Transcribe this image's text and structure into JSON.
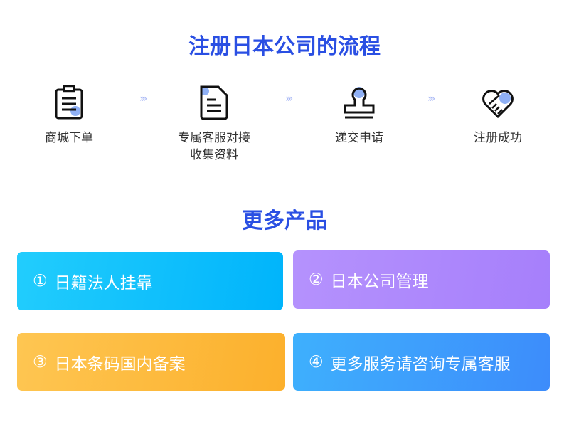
{
  "title": "注册日本公司的流程",
  "steps": [
    {
      "label": "商城下单",
      "icon": "clipboard-icon"
    },
    {
      "label": "专属客服对接",
      "label2": "收集资料",
      "icon": "document-icon"
    },
    {
      "label": "递交申请",
      "icon": "stamp-icon"
    },
    {
      "label": "注册成功",
      "icon": "handshake-heart-icon"
    }
  ],
  "arrow": "»»",
  "products_title": "更多产品",
  "products": [
    {
      "num": "①",
      "label": "日籍法人挂靠",
      "color_from": "#22cdfd",
      "color_to": "#00b4fb"
    },
    {
      "num": "②",
      "label": "日本公司管理",
      "color_from": "#b592fd",
      "color_to": "#a67ffb"
    },
    {
      "num": "③",
      "label": "日本条码国内备案",
      "color_from": "#fec652",
      "color_to": "#fcb02c"
    },
    {
      "num": "④",
      "label": "更多服务请咨询专属客服",
      "color_from": "#3eb0fd",
      "color_to": "#3d8cfb"
    }
  ]
}
